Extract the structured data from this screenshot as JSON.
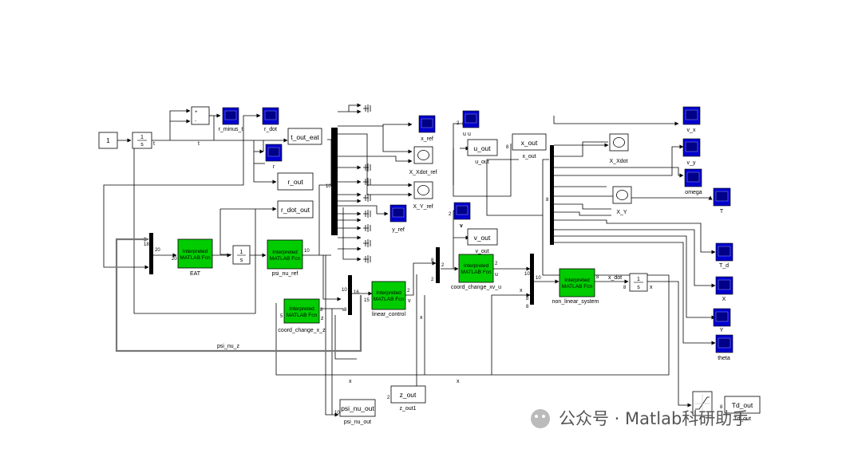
{
  "colors": {
    "fcn": "#00cc00",
    "scope": "#0000cc",
    "line": "#000000",
    "mux": "#000000"
  },
  "constant": {
    "value": "1"
  },
  "integrator": {
    "num": "1",
    "den": "s"
  },
  "sum": {
    "plus": "+",
    "minus": "-"
  },
  "sig": {
    "t1": "t",
    "t2": "t",
    "u": "u",
    "x": "x",
    "z": "z",
    "v": "v",
    "x_dot": "x_dot",
    "psi_nu_z": "psi_nu_z",
    "x_bottom1": "x",
    "x_bottom2": "x",
    "x_mid": "x",
    "x_mid2": "x"
  },
  "fcn": {
    "line1": "Interpreted",
    "line2": "MATLAB Fcn"
  },
  "blocks": {
    "EAT": "EAT",
    "psi_nu_ref": "psi_nu_ref",
    "coord_change_x_z": "coord_change_x_z",
    "linear_control": "linear_control",
    "coord_change_xv_u": "coord_change_xv_u",
    "non_linear_system": "non_linear_system"
  },
  "scopes": {
    "r_minus_t": "r_minus_t",
    "r_dot": "r_dot",
    "r": "r",
    "x_ref": "x_ref",
    "y_ref": "y_ref",
    "u": "u",
    "v": "v",
    "v_x": "v_x",
    "v_y": "v_y",
    "omega": "omega",
    "T": "T",
    "T_d": "T_d",
    "X": "X",
    "Y": "Y",
    "theta": "theta"
  },
  "xy": {
    "X_Xdot_ref": "X_Xdot_ref",
    "X_Y_ref": "X_Y_ref",
    "X_Xdot": "X_Xdot",
    "X_Y": "X_Y"
  },
  "toWs": {
    "t_out_eat": "t_out_eat",
    "r_out": "r_out",
    "r_dot_out": "r_dot_out",
    "u_out": "u_out",
    "u_out_cap": "u_out",
    "x_out": "x_out",
    "x_out_cap": "x_out",
    "v_out": "v_out",
    "v_out_cap": "v_out",
    "z_out": "z_out",
    "z_out_cap": "z_out1",
    "psi_nu_out": "psi_nu_out",
    "psi_nu_out_cap": "psi_nu_out",
    "Td_out": "Td_out",
    "Td_out_cap": "Td_out"
  },
  "ports": {
    "p18": "18",
    "p20a": "20",
    "p20b": "20",
    "p10a": "10",
    "p10b": "10",
    "p10c": "10",
    "p10d": "10",
    "p10e": "10",
    "p8a": "8",
    "p8b": "8",
    "p8c": "8",
    "p8d": "8",
    "p8e": "8",
    "p8f": "8",
    "p8g": "8",
    "p8h": "8",
    "p8i": "8",
    "p2a": "2",
    "p2b": "2",
    "p2c": "2",
    "p2d": "2",
    "p2e": "2",
    "p2f": "2",
    "p2g": "2",
    "p5": "5",
    "p15": "15",
    "p16": "16",
    "p10f": "10",
    "p8j": "8"
  },
  "watermark": "公众号 · Matlab科研助手"
}
